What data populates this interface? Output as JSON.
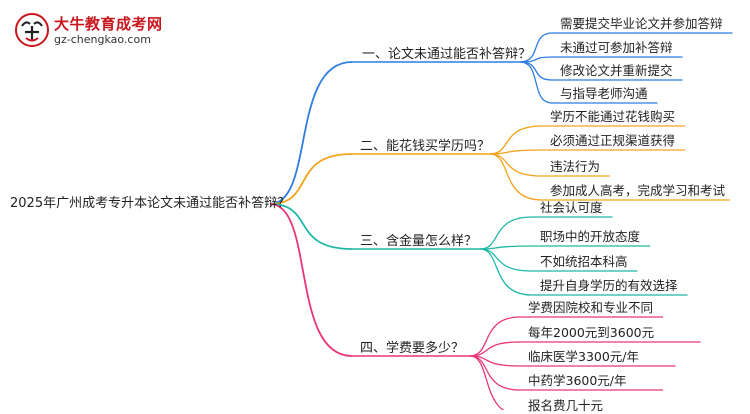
{
  "logo": {
    "title": "大牛教育成考网",
    "url": "gz-chengkao.com"
  },
  "colors": {
    "blue": "#2f7de1",
    "orange": "#f2a31b",
    "teal": "#1fb7a6",
    "red": "#e8367a"
  },
  "root": "2025年广州成考专升本论文未通过能否补答辩？",
  "branches": [
    {
      "label": "一、论文未通过能否补答辩？",
      "color": "blue",
      "leaves": [
        "需要提交毕业论文并参加答辩",
        "未通过可参加补答辩",
        "修改论文并重新提交",
        "与指导老师沟通"
      ]
    },
    {
      "label": "二、能花钱买学历吗？",
      "color": "orange",
      "leaves": [
        "学历不能通过花钱购买",
        "必须通过正规渠道获得",
        "违法行为",
        "参加成人高考，完成学习和考试"
      ]
    },
    {
      "label": "三、含金量怎么样？",
      "color": "teal",
      "leaves": [
        "社会认可度",
        "职场中的开放态度",
        "不如统招本科高",
        "提升自身学历的有效选择"
      ]
    },
    {
      "label": "四、学费要多少？",
      "color": "red",
      "leaves": [
        "学费因院校和专业不同",
        "每年2000元到3600元",
        "临床医学3300元/年",
        "中药学3600元/年",
        "报名费几十元"
      ]
    }
  ]
}
